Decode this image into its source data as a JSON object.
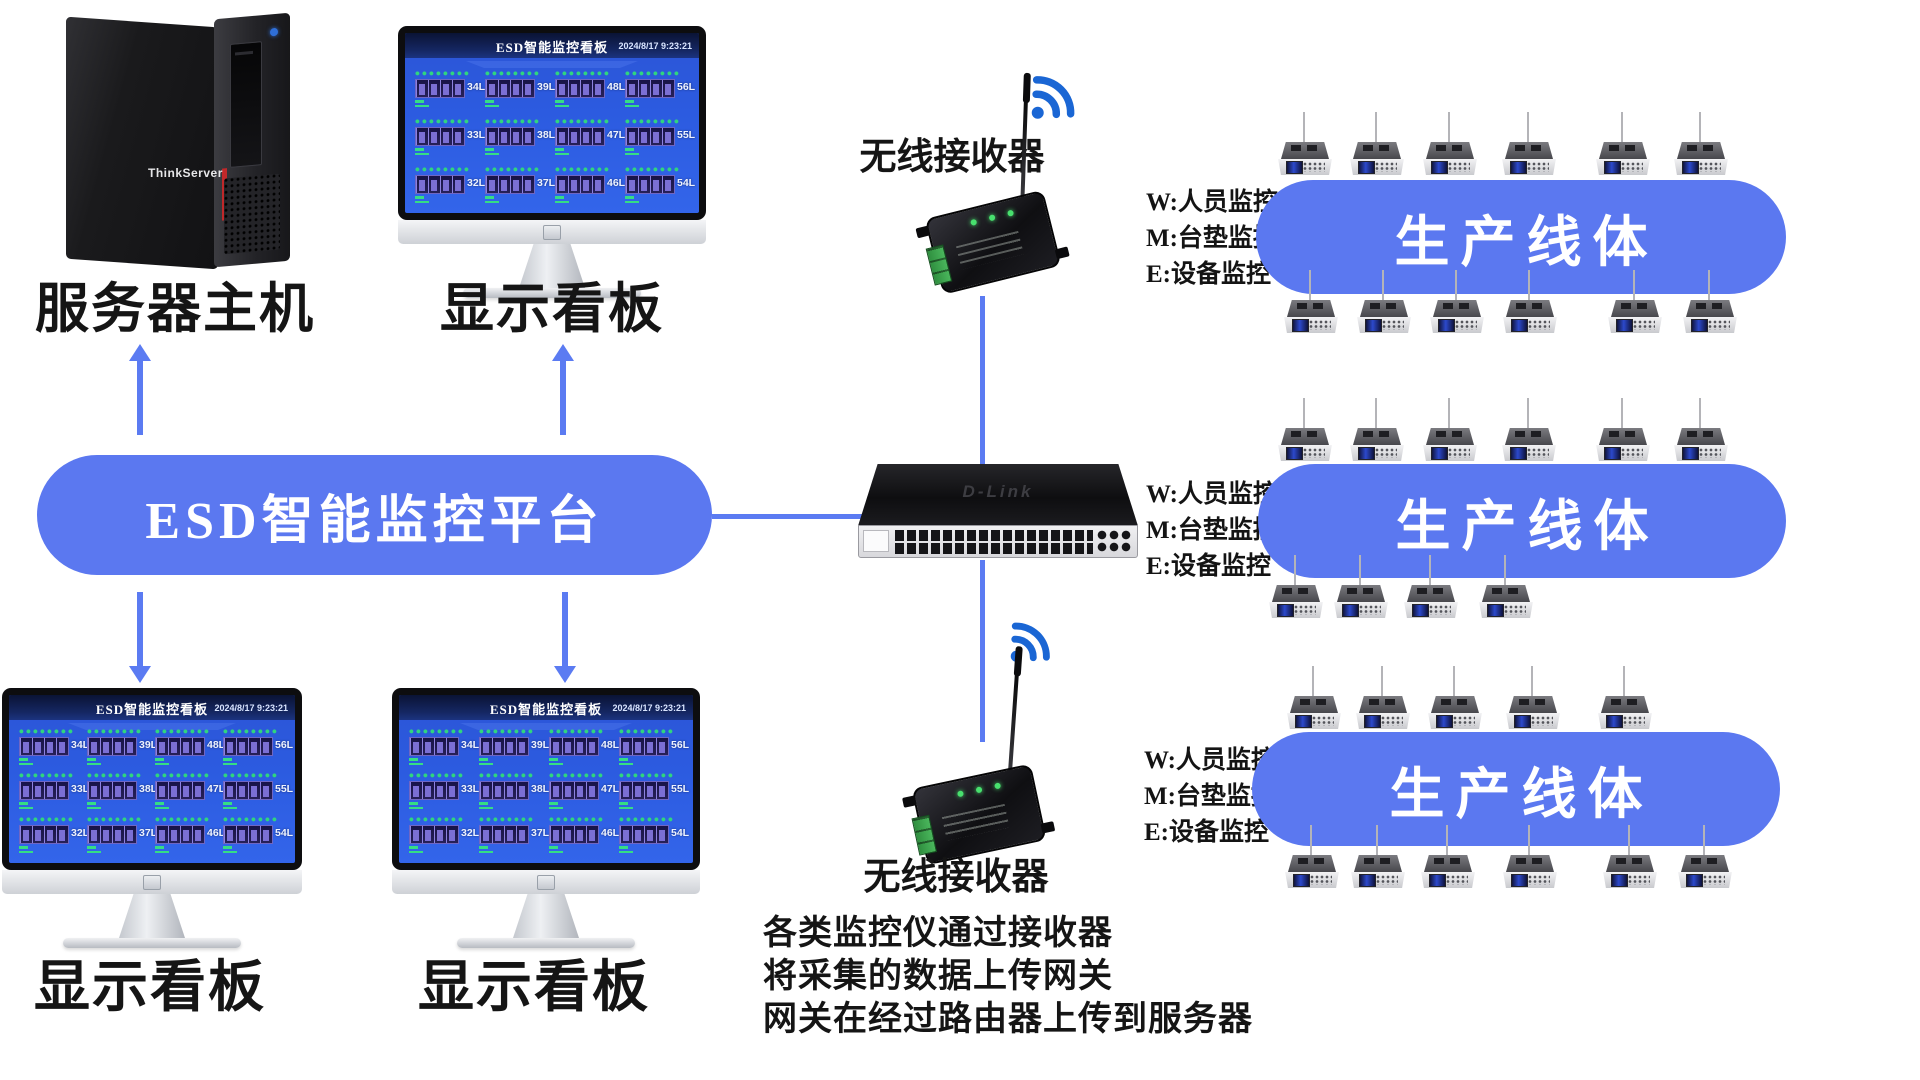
{
  "platform": {
    "label": "ESD智能监控平台"
  },
  "server": {
    "label": "服务器主机",
    "brand": "ThinkServer"
  },
  "display_boards": {
    "top_label": "显示看板",
    "bottom_left_label": "显示看板",
    "bottom_middle_label": "显示看板"
  },
  "dashboard": {
    "title": "ESD智能监控看板",
    "timestamp": "2024/8/17 9:23:21",
    "cells": [
      "34L",
      "39L",
      "48L",
      "56L",
      "33L",
      "38L",
      "47L",
      "55L",
      "32L",
      "37L",
      "46L",
      "54L"
    ]
  },
  "receivers": {
    "top": {
      "label": "无线接收器"
    },
    "bottom": {
      "label": "无线接收器"
    }
  },
  "network_switch": {
    "brand": "D-Link"
  },
  "legend": {
    "w": "W:人员监控",
    "m": "M:台垫监控",
    "e": "E:设备监控"
  },
  "production_lines": [
    {
      "label": "生产线体",
      "devices_above": [
        0,
        72,
        145,
        224,
        318,
        396
      ],
      "devices_below": [
        6,
        79,
        152,
        225,
        330,
        405
      ]
    },
    {
      "label": "生产线体",
      "devices_above": [
        0,
        72,
        145,
        224,
        318,
        396
      ],
      "devices_below": [
        0,
        65,
        135,
        210
      ]
    },
    {
      "label": "生产线体",
      "devices_above": [
        9,
        78,
        150,
        228,
        320
      ],
      "devices_below": [
        7,
        73,
        143,
        225,
        325,
        400
      ]
    }
  ],
  "caption": [
    "各类监控仪通过接收器",
    "将采集的数据上传网关",
    "网关在经过路由器上传到服务器"
  ],
  "colors": {
    "pill": "#5b78f0",
    "connector": "#5b7bf2",
    "wifi": "#1a66d4",
    "screen": "#2c5be0"
  }
}
